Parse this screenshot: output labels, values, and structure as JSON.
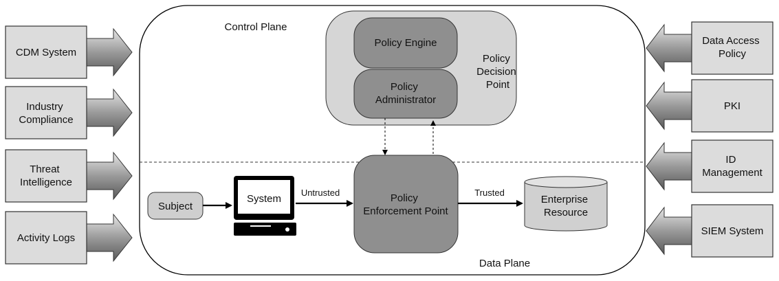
{
  "diagram": {
    "control_plane_label": "Control Plane",
    "data_plane_label": "Data Plane",
    "pdp_label": [
      "Policy",
      "Decision",
      "Point"
    ],
    "policy_engine": "Policy Engine",
    "policy_administrator": [
      "Policy",
      "Administrator"
    ],
    "pep": [
      "Policy",
      "Enforcement Point"
    ],
    "subject": "Subject",
    "system": "System",
    "untrusted": "Untrusted",
    "trusted": "Trusted",
    "enterprise_resource": [
      "Enterprise",
      "Resource"
    ]
  },
  "left_inputs": [
    {
      "lines": [
        "CDM System"
      ]
    },
    {
      "lines": [
        "Industry",
        "Compliance"
      ]
    },
    {
      "lines": [
        "Threat",
        "Intelligence"
      ]
    },
    {
      "lines": [
        "Activity Logs"
      ]
    }
  ],
  "right_inputs": [
    {
      "lines": [
        "Data Access",
        "Policy"
      ]
    },
    {
      "lines": [
        "PKI"
      ]
    },
    {
      "lines": [
        "ID",
        "Management"
      ]
    },
    {
      "lines": [
        "SIEM System"
      ]
    }
  ],
  "colors": {
    "input_box": "#dcdcdc",
    "pdp_fill": "#d6d6d6",
    "component_dark": "#8f8f8f",
    "subject_fill": "#cfcfcf",
    "resource_fill": "#d0d0d0"
  }
}
